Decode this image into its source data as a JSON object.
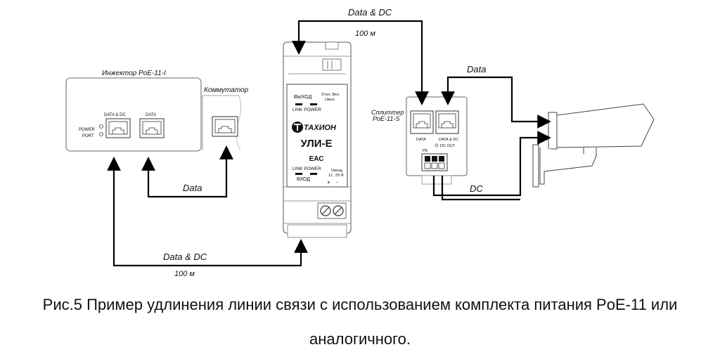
{
  "labels": {
    "top_link": "Data & DC",
    "top_distance": "100 м",
    "bottom_link": "Data & DC",
    "bottom_distance": "100 м",
    "data_link": "Data",
    "data_link_right": "Data",
    "dc_link": "DC"
  },
  "injector": {
    "title": "Инжектор PoE-11-I",
    "port1_label": "DATA & DC",
    "port2_label": "DATA",
    "power_label": "POWER",
    "port_label": "PORT"
  },
  "switch": {
    "title": "Коммутатор"
  },
  "extender": {
    "out_label": "ВЫХОД",
    "link_power_top": "LINK POWER",
    "switch_label_line1": "Откл. Вкл.",
    "switch_label_line2": "Uвых.",
    "brand": "ТАХИОН",
    "model": "УЛИ-Е",
    "mark": "ЕАС",
    "link_power_bottom": "LINK POWER",
    "in_label": "ВХОД",
    "uvh_line1": "Uвход.",
    "uvh_line2": "11...55 В",
    "plus": "+",
    "minus": "-"
  },
  "splitter": {
    "title_line1": "Сплиттер",
    "title_line2": "PoE-11-S",
    "port1_label": "DATA",
    "port2_label": "DATA & DC",
    "dcout_label": "DC OUT",
    "pe_label": "PE"
  },
  "caption": {
    "line1": "Рис.5 Пример удлинения линии связи с использованием комплекта питания PoE-11 или",
    "line2": "аналогичного."
  }
}
